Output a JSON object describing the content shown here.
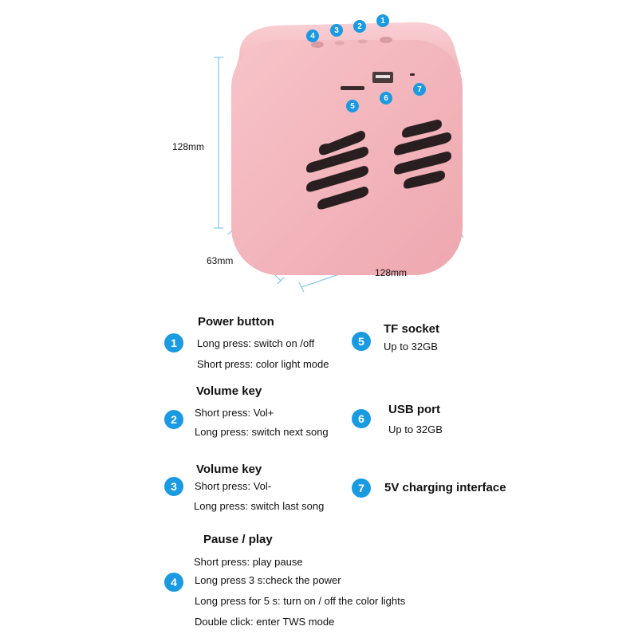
{
  "dimensions": {
    "height": "128mm",
    "depth": "63mm",
    "width": "128mm"
  },
  "colors": {
    "accent": "#1a9ae0",
    "speaker_body": "#f4b6bd",
    "dimension_line": "#7fc7ee"
  },
  "callouts": [
    "1",
    "2",
    "3",
    "4",
    "5",
    "6",
    "7"
  ],
  "sections": [
    {
      "num": "1",
      "title": "Power button",
      "lines": [
        "Long press: switch on /off",
        "Short press: color light mode"
      ]
    },
    {
      "num": "2",
      "title": "Volume key",
      "lines": [
        "Short press: Vol+",
        "Long press: switch next song"
      ]
    },
    {
      "num": "3",
      "title": "Volume key",
      "lines": [
        "Short press: Vol-",
        "Long press: switch last song"
      ]
    },
    {
      "num": "4",
      "title": "Pause / play",
      "lines": [
        "Short press: play pause",
        "Long press 3 s:check the power",
        "Long press for 5 s: turn on / off the color lights",
        "Double click: enter TWS mode"
      ]
    },
    {
      "num": "5",
      "title": "TF socket",
      "lines": [
        "Up to 32GB"
      ]
    },
    {
      "num": "6",
      "title": "USB port",
      "lines": [
        "Up to 32GB"
      ]
    },
    {
      "num": "7",
      "title": "5V charging interface",
      "lines": []
    }
  ]
}
